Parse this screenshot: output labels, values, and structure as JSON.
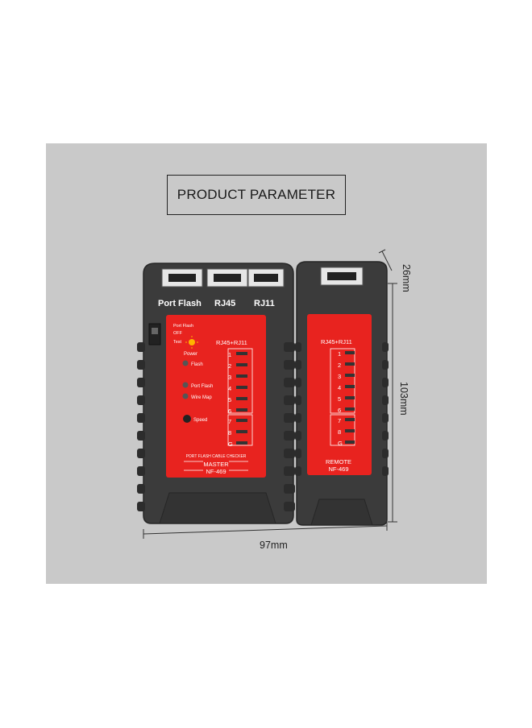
{
  "title": "PRODUCT PARAMETER",
  "dimensions": {
    "width": "97mm",
    "height": "103mm",
    "depth": "26mm"
  },
  "master": {
    "port_labels": [
      "Port Flash",
      "RJ45",
      "RJ11"
    ],
    "switch_labels": [
      "Port Flash",
      "OFF",
      "Test"
    ],
    "power_label": "Power",
    "section_label": "RJ45+RJ11",
    "indicators": [
      "Flash",
      "Port Flash",
      "Wire Map",
      "Speed"
    ],
    "led_numbers": [
      "1",
      "2",
      "3",
      "4",
      "5",
      "6",
      "7",
      "8",
      "G"
    ],
    "footer_line1": "PORT FLASH CABLE CHECKER",
    "footer_line2": "MASTER",
    "footer_line3": "NF-469"
  },
  "remote": {
    "section_label": "RJ45+RJ11",
    "led_numbers": [
      "1",
      "2",
      "3",
      "4",
      "5",
      "6",
      "7",
      "8",
      "G"
    ],
    "footer_line1": "REMOTE",
    "footer_line2": "NF-469"
  },
  "colors": {
    "body": "#3a3a3a",
    "panel_red": "#e8231f",
    "background": "#c9c9c9"
  }
}
